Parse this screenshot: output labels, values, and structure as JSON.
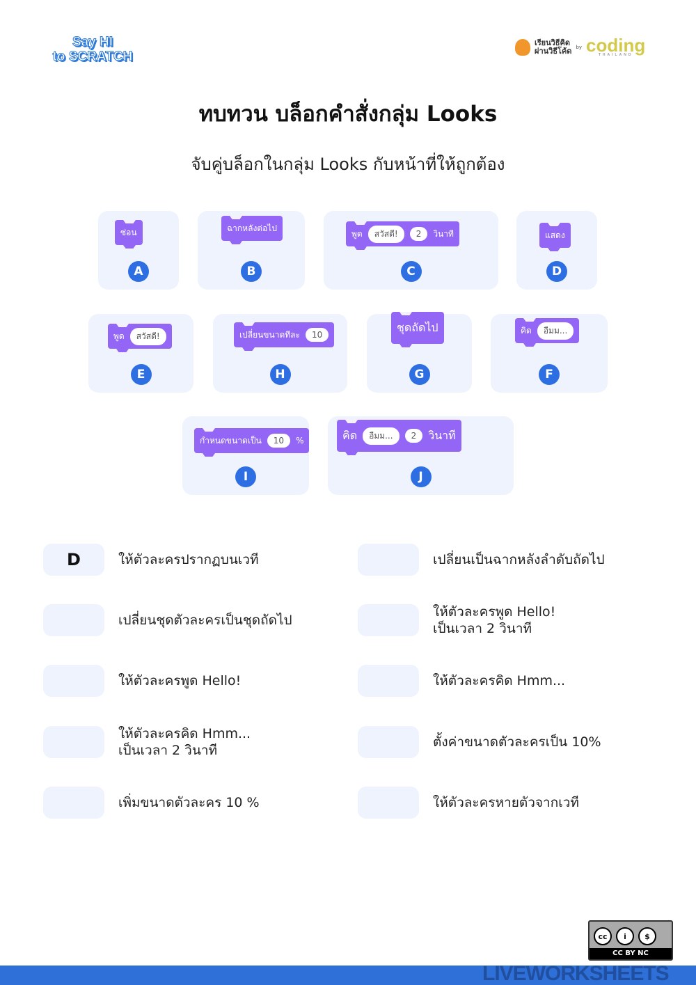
{
  "header": {
    "left_logo": "Say HI to SCRATCH",
    "right_logo_thai_1": "เรียนวิธีคิด",
    "right_logo_thai_2": "ผ่านวิธีโค้ด",
    "right_logo_by": "by",
    "right_logo_brand": "coding",
    "right_logo_sub": "THAILAND"
  },
  "title": "ทบทวน บล็อกคำสั่งกลุ่ม Looks",
  "subtitle": "จับคู่บล็อกในกลุ่ม Looks กับหน้าที่ให้ถูกต้อง",
  "blocks": {
    "A": {
      "letter": "A",
      "text": "ซ่อน"
    },
    "B": {
      "letter": "B",
      "text": "ฉากหลังต่อไป"
    },
    "C": {
      "letter": "C",
      "text": "พูด",
      "input1": "สวัสดี!",
      "input2": "2",
      "suffix": "วินาที"
    },
    "D": {
      "letter": "D",
      "text": "แสดง"
    },
    "E": {
      "letter": "E",
      "text": "พูด",
      "input1": "สวัสดี!"
    },
    "H": {
      "letter": "H",
      "text": "เปลี่ยนขนาดทีละ",
      "input1": "10"
    },
    "G": {
      "letter": "G",
      "text": "ชุดถัดไป"
    },
    "F": {
      "letter": "F",
      "text": "คิด",
      "input1": "อืมม..."
    },
    "I": {
      "letter": "I",
      "text": "กำหนดขนาดเป็น",
      "input1": "10",
      "suffix": "%"
    },
    "J": {
      "letter": "J",
      "text": "คิด",
      "input1": "อืมม...",
      "input2": "2",
      "suffix": "วินาที"
    }
  },
  "answers": [
    {
      "value": "D",
      "line1": "ให้ตัวละครปรากฏบนเวที",
      "line2": ""
    },
    {
      "value": "",
      "line1": "เปลี่ยนเป็นฉากหลังลำดับถัดไป",
      "line2": ""
    },
    {
      "value": "",
      "line1": "เปลี่ยนชุดตัวละครเป็นชุดถัดไป",
      "line2": ""
    },
    {
      "value": "",
      "line1": "ให้ตัวละครพูด Hello!",
      "line2": "เป็นเวลา 2 วินาที"
    },
    {
      "value": "",
      "line1": "ให้ตัวละครพูด Hello!",
      "line2": ""
    },
    {
      "value": "",
      "line1": "ให้ตัวละครคิด Hmm...",
      "line2": ""
    },
    {
      "value": "",
      "line1": "ให้ตัวละครคิด Hmm...",
      "line2": "เป็นเวลา 2 วินาที"
    },
    {
      "value": "",
      "line1": "ตั้งค่าขนาดตัวละครเป็น 10%",
      "line2": ""
    },
    {
      "value": "",
      "line1": "เพิ่มขนาดตัวละคร 10 %",
      "line2": ""
    },
    {
      "value": "",
      "line1": "ให้ตัวละครหายตัวจากเวที",
      "line2": ""
    }
  ],
  "footer": {
    "brand": "LIVEWORKSHEETS",
    "license": "CC BY NC"
  },
  "colors": {
    "block": "#9466f5",
    "badge": "#2d6fe3",
    "card": "#eef3fd",
    "footer": "#2f6fd8"
  }
}
